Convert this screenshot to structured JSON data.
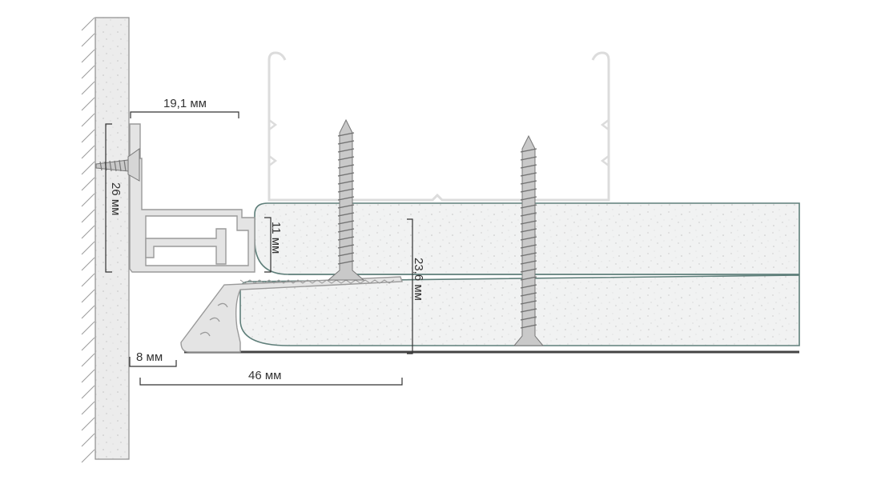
{
  "dimensions": {
    "width_top": "19,1 мм",
    "height_left": "26 мм",
    "height_small": "11 мм",
    "height_total": "23,6 мм",
    "offset_bottom": "8 мм",
    "width_bottom": "46 мм"
  },
  "colors": {
    "concrete_fill": "#ececec",
    "panel_fill": "#f1f2f2",
    "panel_edge": "#5f7f7a",
    "profile_fill": "#e4e4e4",
    "profile_stroke": "#9a9a9a",
    "screw_fill": "#c9c9c9",
    "screw_stroke": "#777777",
    "dimension_line": "#333333"
  }
}
